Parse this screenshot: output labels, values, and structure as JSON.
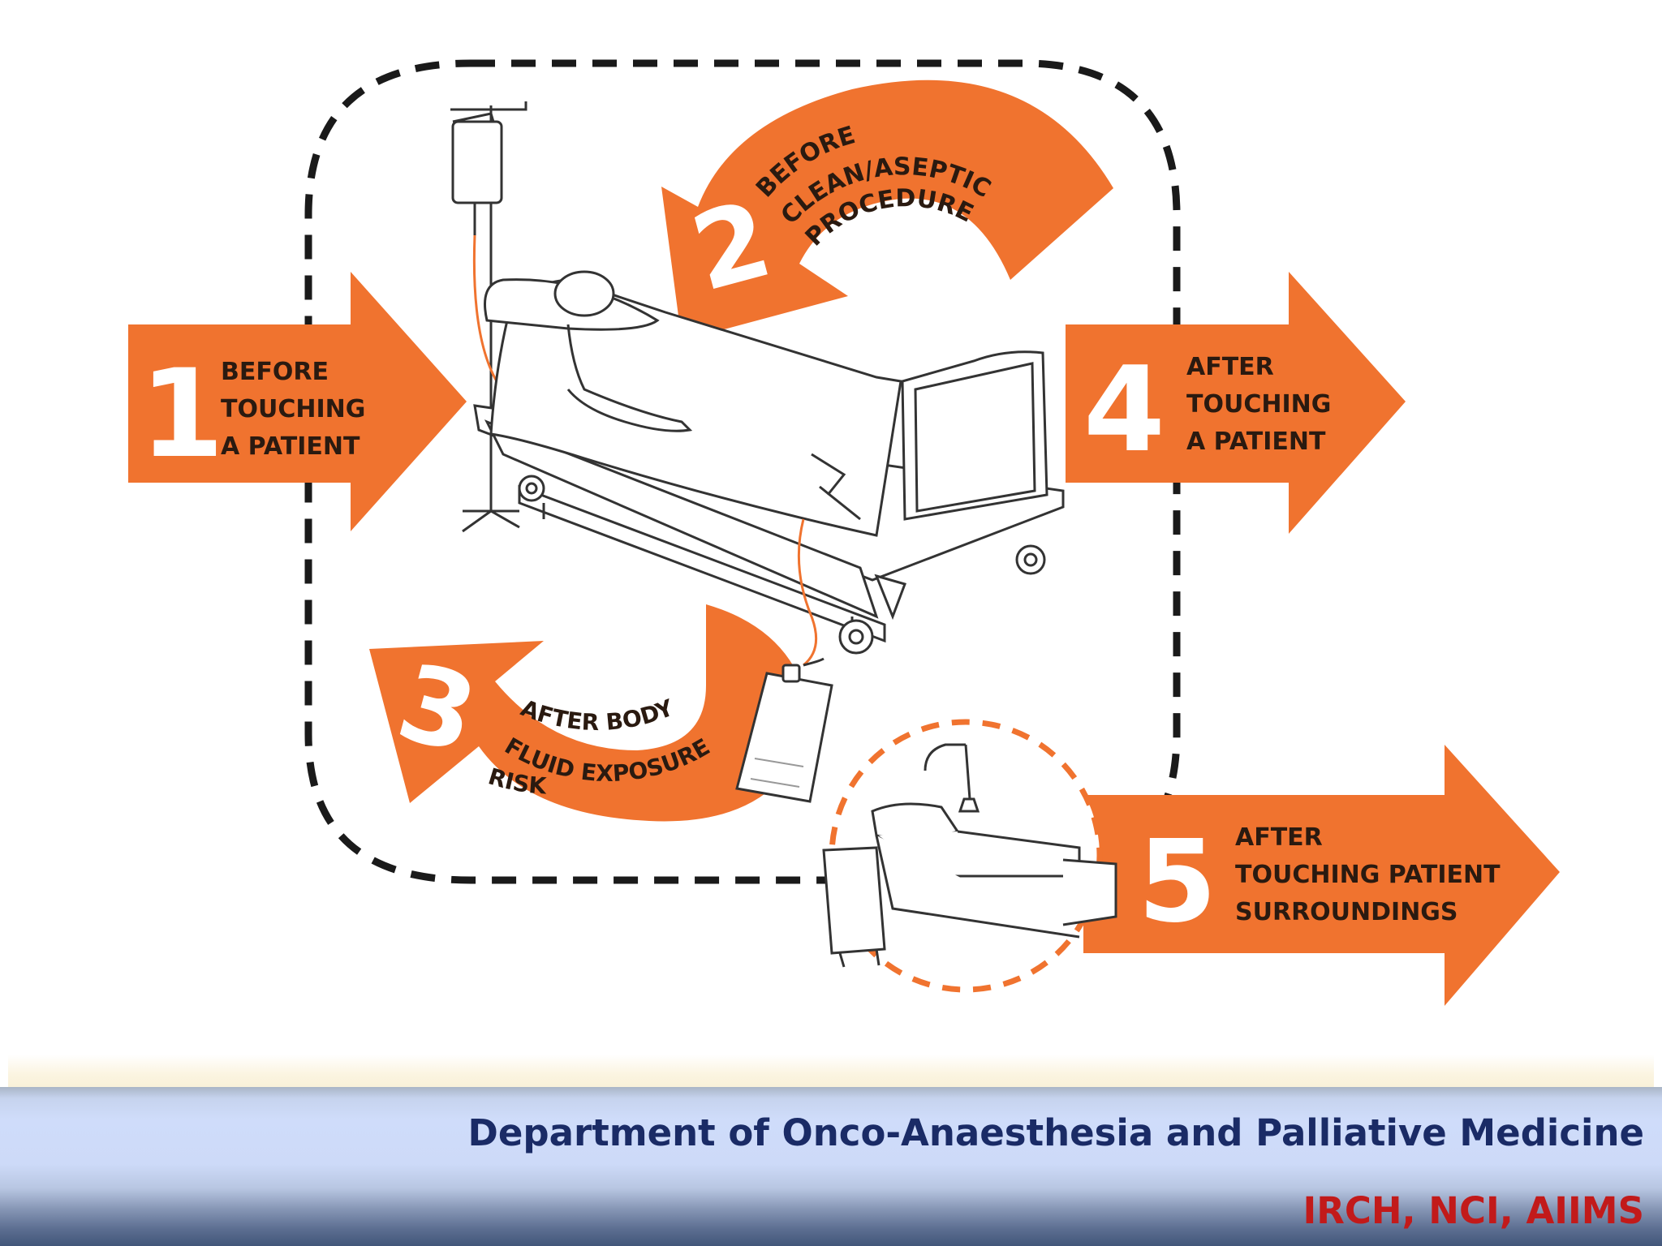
{
  "moments": [
    {
      "number": "1",
      "lines": [
        "BEFORE",
        "TOUCHING",
        "A PATIENT"
      ]
    },
    {
      "number": "2",
      "lines": [
        "BEFORE",
        "CLEAN/ASEPTIC",
        "PROCEDURE"
      ]
    },
    {
      "number": "3",
      "lines": [
        "AFTER BODY",
        "FLUID EXPOSURE",
        "RISK"
      ]
    },
    {
      "number": "4",
      "lines": [
        "AFTER",
        "TOUCHING",
        "A PATIENT"
      ]
    },
    {
      "number": "5",
      "lines": [
        "AFTER",
        "TOUCHING PATIENT",
        "SURROUNDINGS"
      ]
    }
  ],
  "colors": {
    "arrow": "#f0732f",
    "dash": "#1a1a1a",
    "footer_title": "#1a2b66",
    "footer_subtitle": "#c21a1a"
  },
  "footer": {
    "department": "Department of Onco-Anaesthesia and Palliative Medicine",
    "institution": "IRCH, NCI, AIIMS"
  }
}
